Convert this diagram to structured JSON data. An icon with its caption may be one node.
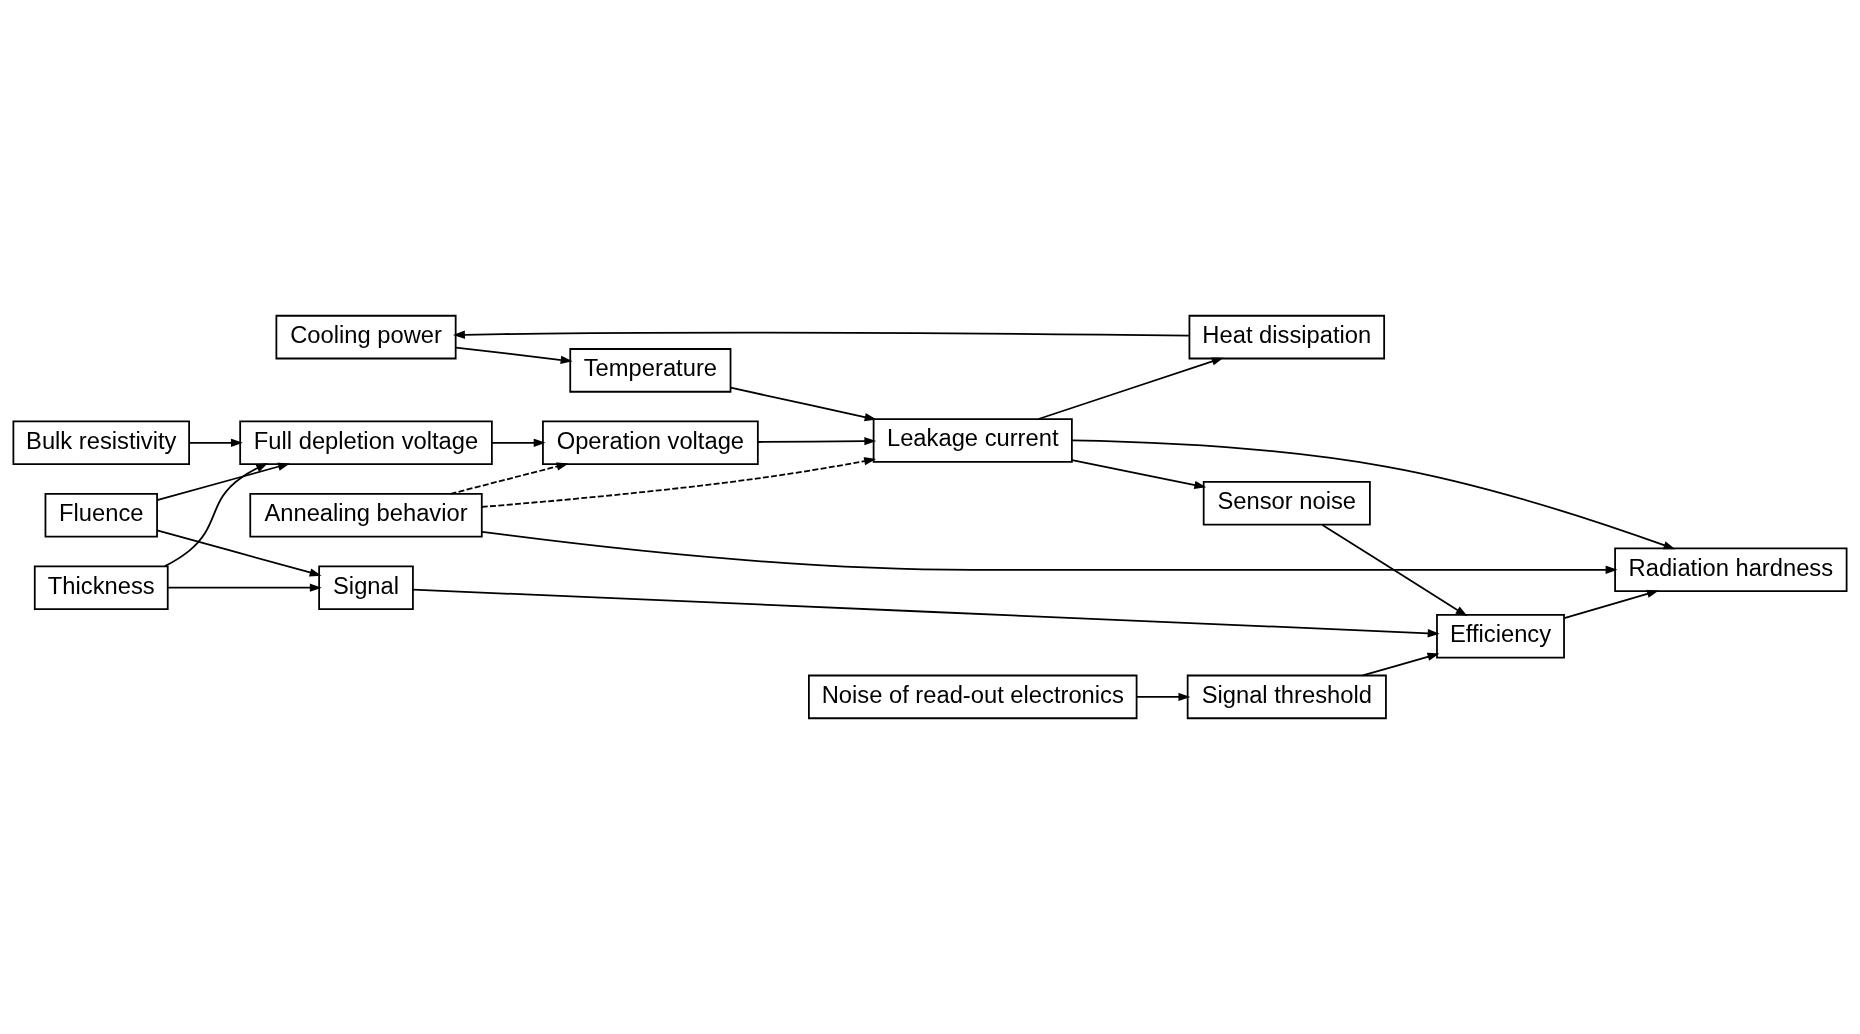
{
  "diagram": {
    "nodes": [
      {
        "text": [
          "Cooling power"
        ]
      },
      {
        "text": [
          "Heat dissipation"
        ]
      },
      {
        "text": [
          "Temperature"
        ]
      },
      {
        "text": [
          "Bulk resistivity"
        ]
      },
      {
        "text": [
          "Full depletion voltage"
        ]
      },
      {
        "text": [
          "Operation voltage"
        ]
      },
      {
        "text": [
          "Leakage current"
        ]
      },
      {
        "text": [
          "Thickness"
        ]
      },
      {
        "text": [
          "Signal"
        ]
      },
      {
        "text": [
          "Sensor noise"
        ]
      },
      {
        "text": [
          "Fluence"
        ]
      },
      {
        "text": [
          "Efficiency"
        ]
      },
      {
        "text": [
          "Noise of read-out electronics"
        ]
      },
      {
        "text": [
          "Signal threshold"
        ]
      },
      {
        "text": [
          "Annealing behavior"
        ]
      },
      {
        "text": [
          "Radiation hardness"
        ]
      }
    ],
    "edges": [
      {
        "from": 1,
        "to": 0,
        "arrow": "to"
      },
      {
        "from": 0,
        "to": 2,
        "arrow": "to"
      },
      {
        "from": 2,
        "to": 6,
        "arrow": "to"
      },
      {
        "from": 6,
        "to": 1,
        "arrow": "to"
      },
      {
        "from": 3,
        "to": 4,
        "arrow": "to"
      },
      {
        "from": 7,
        "to": 4,
        "arrow": "to"
      },
      {
        "from": 4,
        "to": 5,
        "arrow": "to"
      },
      {
        "from": 5,
        "to": 6,
        "arrow": "to"
      },
      {
        "from": 10,
        "to": 4,
        "arrow": "to"
      },
      {
        "from": 7,
        "to": 8,
        "arrow": "to"
      },
      {
        "from": 10,
        "to": 8,
        "arrow": "to"
      },
      {
        "from": 8,
        "to": 11,
        "arrow": "to"
      },
      {
        "from": 6,
        "to": 9,
        "arrow": "to"
      },
      {
        "from": 9,
        "to": 11,
        "arrow": "to"
      },
      {
        "from": 13,
        "to": 11,
        "arrow": "to"
      },
      {
        "from": 12,
        "to": 13,
        "arrow": "to"
      },
      {
        "from": 14,
        "to": 15,
        "arrow": "to"
      },
      {
        "from": 6,
        "to": 15,
        "arrow": "to"
      },
      {
        "from": 11,
        "to": 15,
        "arrow": "to"
      },
      {
        "from": 14,
        "to": 5,
        "arrow": "to",
        "style": "dashed"
      },
      {
        "from": 14,
        "to": 6,
        "arrow": "to",
        "style": "dashed"
      }
    ]
  }
}
